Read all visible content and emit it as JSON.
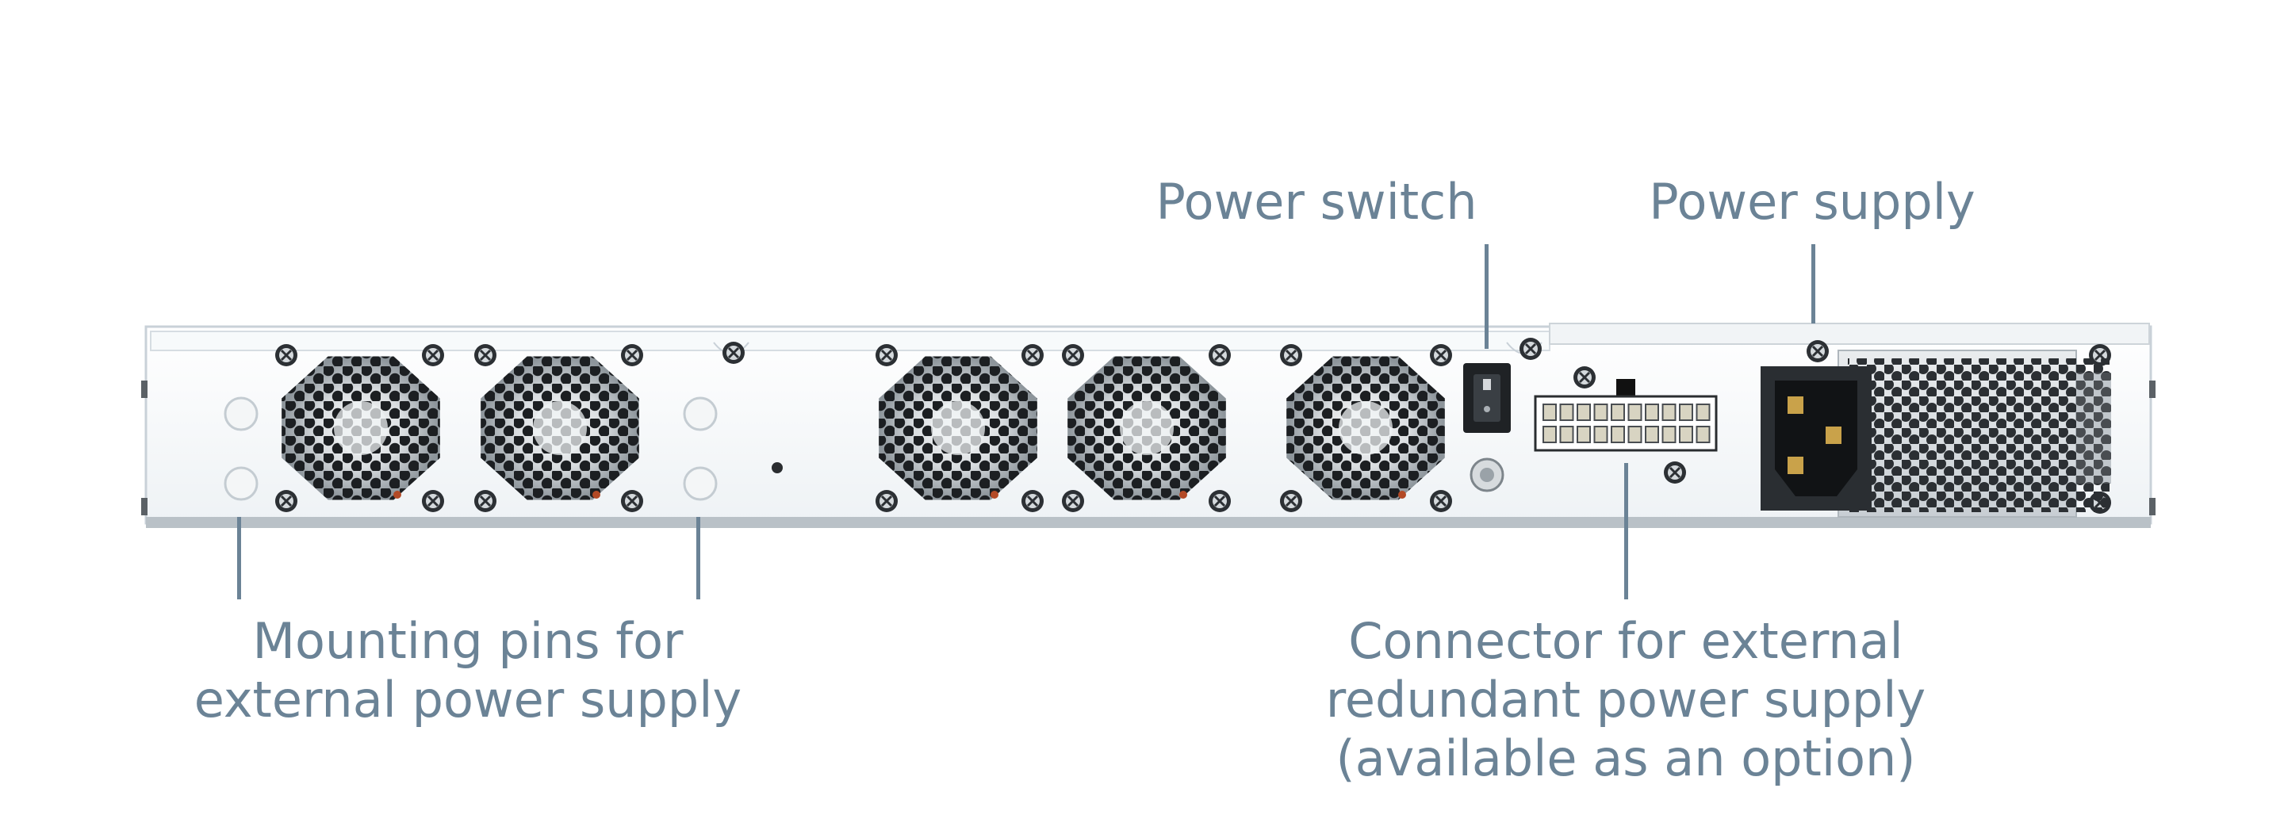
{
  "labels": {
    "power_switch": "Power switch",
    "power_supply": "Power supply",
    "mounting_pins": [
      "Mounting pins for",
      "external power supply"
    ],
    "redundant_connector": [
      "Connector for external",
      "redundant power supply",
      "(available as an option)"
    ]
  },
  "colors": {
    "label_text": "#6b8396",
    "chassis": "#f4f7f9",
    "chassis_edge": "#c9d1d8",
    "fan_hole": "#1c1f22"
  },
  "icons": [
    "fan-grille",
    "rocker-switch",
    "iec-power-inlet",
    "screw",
    "pin-connector"
  ]
}
